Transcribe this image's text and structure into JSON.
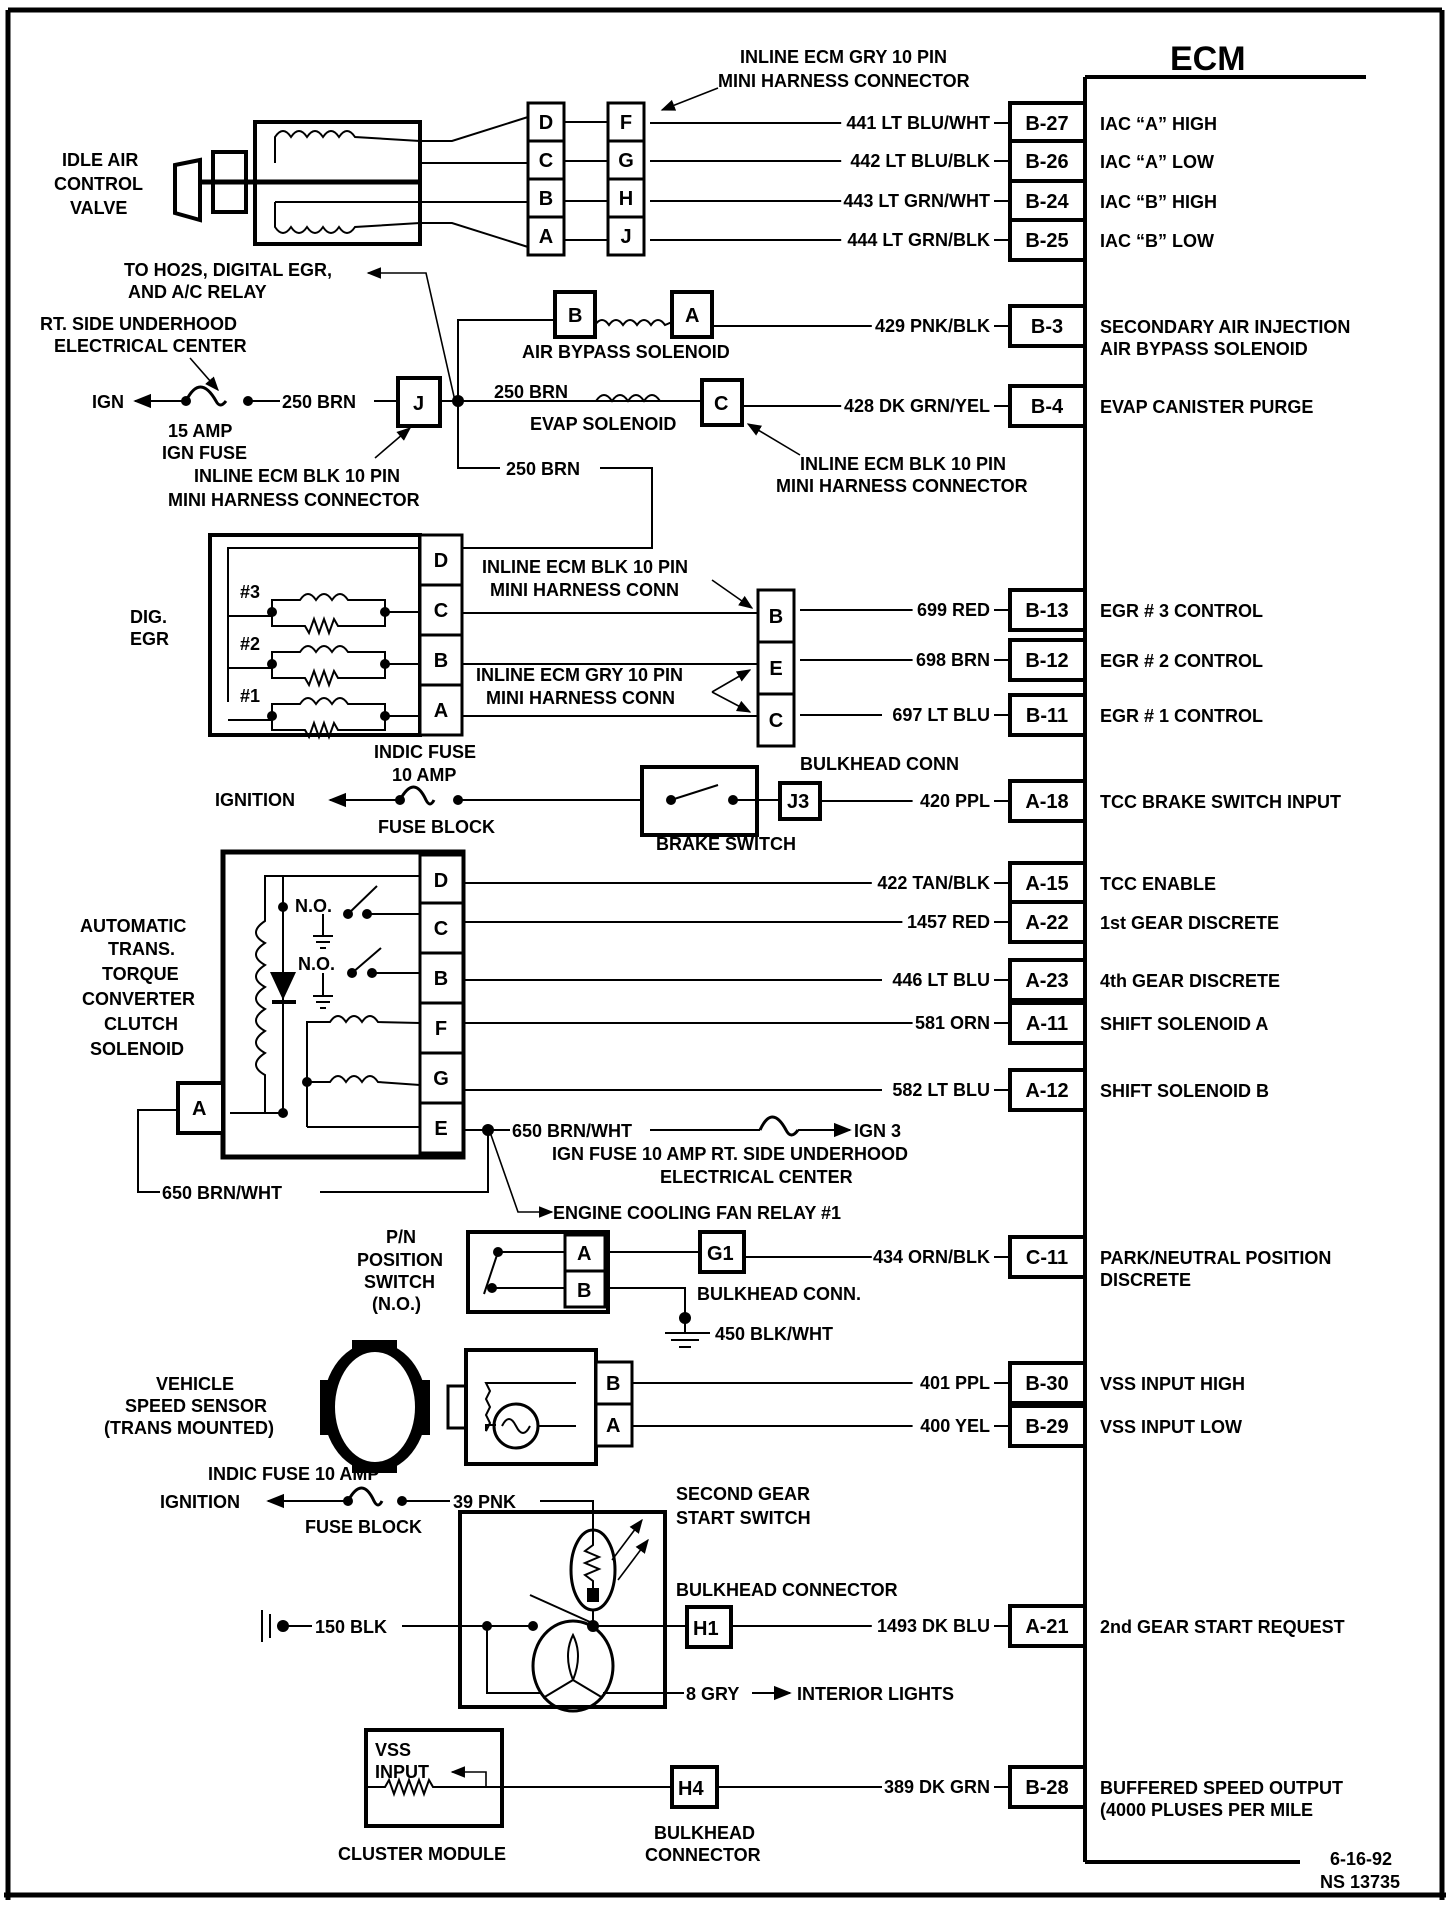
{
  "title": "ECM",
  "footer": {
    "date": "6-16-92",
    "code": "NS 13735"
  },
  "ecm_pins": [
    {
      "pin": "B-27",
      "wire": "441 LT BLU/WHT",
      "function": [
        "IAC “A” HIGH"
      ]
    },
    {
      "pin": "B-26",
      "wire": "442 LT BLU/BLK",
      "function": [
        "IAC “A” LOW"
      ]
    },
    {
      "pin": "B-24",
      "wire": "443 LT GRN/WHT",
      "function": [
        "IAC “B” HIGH"
      ]
    },
    {
      "pin": "B-25",
      "wire": "444 LT GRN/BLK",
      "function": [
        "IAC “B” LOW"
      ]
    },
    {
      "pin": "B-3",
      "wire": "429 PNK/BLK",
      "function": [
        "SECONDARY AIR INJECTION",
        "AIR BYPASS SOLENOID"
      ]
    },
    {
      "pin": "B-4",
      "wire": "428 DK GRN/YEL",
      "function": [
        "EVAP CANISTER PURGE"
      ]
    },
    {
      "pin": "B-13",
      "wire": "699 RED",
      "function": [
        "EGR # 3 CONTROL"
      ]
    },
    {
      "pin": "B-12",
      "wire": "698 BRN",
      "function": [
        "EGR  # 2 CONTROL"
      ]
    },
    {
      "pin": "B-11",
      "wire": "697 LT BLU",
      "function": [
        "EGR # 1 CONTROL"
      ]
    },
    {
      "pin": "A-18",
      "wire": "420 PPL",
      "function": [
        "TCC BRAKE SWITCH INPUT"
      ]
    },
    {
      "pin": "A-15",
      "wire": "422 TAN/BLK",
      "function": [
        "TCC ENABLE"
      ]
    },
    {
      "pin": "A-22",
      "wire": "1457 RED",
      "function": [
        "1st GEAR DISCRETE"
      ]
    },
    {
      "pin": "A-23",
      "wire": "446 LT BLU",
      "function": [
        "4th GEAR DISCRETE"
      ]
    },
    {
      "pin": "A-11",
      "wire": "581 ORN",
      "function": [
        "SHIFT SOLENOID A"
      ]
    },
    {
      "pin": "A-12",
      "wire": "582 LT BLU",
      "function": [
        "SHIFT SOLENOID B"
      ]
    },
    {
      "pin": "C-11",
      "wire": "434 ORN/BLK",
      "function": [
        "PARK/NEUTRAL POSITION",
        "DISCRETE"
      ]
    },
    {
      "pin": "B-30",
      "wire": "401 PPL",
      "function": [
        "VSS INPUT HIGH"
      ]
    },
    {
      "pin": "B-29",
      "wire": "400 YEL",
      "function": [
        "VSS INPUT LOW"
      ]
    },
    {
      "pin": "A-21",
      "wire": "1493 DK BLU",
      "function": [
        "2nd GEAR START REQUEST"
      ]
    },
    {
      "pin": "B-28",
      "wire": "389 DK GRN",
      "function": [
        "BUFFERED SPEED OUTPUT",
        "(4000 PLUSES PER MILE"
      ]
    }
  ],
  "iac": {
    "label": [
      "IDLE AIR",
      "CONTROL",
      "VALVE"
    ],
    "conn1_pins": [
      "D",
      "C",
      "B",
      "A"
    ],
    "conn2_pins": [
      "F",
      "G",
      "H",
      "J"
    ],
    "conn2_label": [
      "INLINE ECM GRY 10 PIN",
      "MINI HARNESS CONNECTOR"
    ]
  },
  "power_feed": {
    "to_label": [
      "TO HO2S, DIGITAL EGR,",
      "AND A/C RELAY"
    ],
    "center_label": [
      "RT. SIDE UNDERHOOD",
      "ELECTRICAL CENTER"
    ],
    "ign": "IGN",
    "fuse_label": [
      "15 AMP",
      "IGN FUSE"
    ],
    "wire": "250 BRN",
    "conn_pin": "J",
    "conn_label": [
      "INLINE ECM BLK 10 PIN",
      "MINI HARNESS CONNECTOR"
    ],
    "wire_evap": "250 BRN",
    "wire_egr": "250 BRN"
  },
  "air_bypass": {
    "pin_b": "B",
    "pin_a": "A",
    "label": "AIR BYPASS SOLENOID"
  },
  "evap": {
    "label": "EVAP SOLENOID",
    "pin": "C",
    "conn_label": [
      "INLINE ECM BLK 10 PIN",
      "MINI HARNESS CONNECTOR"
    ]
  },
  "egr": {
    "label": [
      "DIG.",
      "EGR"
    ],
    "pins": [
      "D",
      "C",
      "B",
      "A"
    ],
    "solenoids": [
      "#3",
      "#2",
      "#1"
    ],
    "blk_conn_label": [
      "INLINE ECM BLK 10 PIN",
      "MINI HARNESS CONN"
    ],
    "gry_conn_label": [
      "INLINE ECM GRY 10 PIN",
      "MINI HARNESS CONN"
    ],
    "inline_pins": [
      "B",
      "E",
      "C"
    ]
  },
  "brake": {
    "fuse_label": [
      "INDIC FUSE",
      "10 AMP"
    ],
    "ignition": "IGNITION",
    "fuse_block": "FUSE BLOCK",
    "switch_label": "BRAKE SWITCH",
    "bulkhead_label": "BULKHEAD CONN",
    "conn_pin": "J3"
  },
  "tcc": {
    "label": [
      "AUTOMATIC",
      "TRANS.",
      "TORQUE",
      "CONVERTER",
      "CLUTCH",
      "SOLENOID"
    ],
    "pins": [
      "D",
      "C",
      "B",
      "F",
      "G",
      "E"
    ],
    "no_label": "N.O.",
    "a_pin": "A",
    "wire_e": "650 BRN/WHT",
    "wire_a": "650 BRN/WHT",
    "ign3": "IGN 3",
    "fuse_label": [
      "IGN FUSE 10 AMP RT. SIDE UNDERHOOD",
      "ELECTRICAL CENTER"
    ],
    "fan_relay": "ENGINE COOLING FAN RELAY #1"
  },
  "pn_switch": {
    "label": [
      "P/N",
      "POSITION",
      "SWITCH",
      "(N.O.)"
    ],
    "pins": [
      "A",
      "B"
    ],
    "bulkhead_pin": "G1",
    "bulkhead_label": "BULKHEAD CONN.",
    "ground_wire": "450 BLK/WHT"
  },
  "vss": {
    "label": [
      "VEHICLE",
      "SPEED SENSOR",
      "(TRANS MOUNTED)"
    ],
    "pins": [
      "B",
      "A"
    ]
  },
  "second_gear": {
    "fuse_label": "INDIC FUSE 10 AMP",
    "ignition": "IGNITION",
    "fuse_block": "FUSE BLOCK",
    "wire_pnk": "39 PNK",
    "switch_label": [
      "SECOND GEAR",
      "START SWITCH"
    ],
    "ground_wire": "150 BLK",
    "bulkhead_label": "BULKHEAD CONNECTOR",
    "bulkhead_pin": "H1",
    "gry_wire": "8 GRY",
    "interior": "INTERIOR LIGHTS"
  },
  "cluster": {
    "label": "CLUSTER MODULE",
    "vss_input": [
      "VSS",
      "INPUT"
    ],
    "bulkhead_pin": "H4",
    "bulkhead_label": [
      "BULKHEAD",
      "CONNECTOR"
    ]
  }
}
